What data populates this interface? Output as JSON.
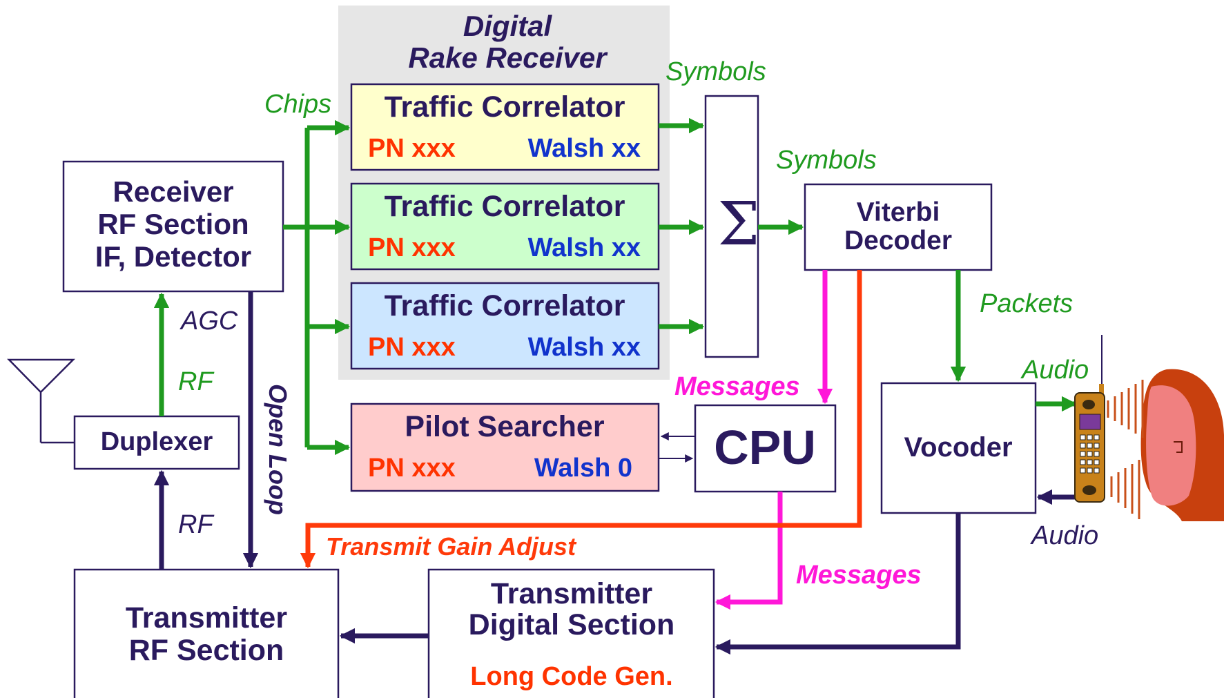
{
  "colors": {
    "navy": "#2a1a5e",
    "green": "#1f9a1f",
    "magenta": "#ff17d8",
    "orange_red": "#ff3a0a",
    "pn_text": "#ff3300",
    "walsh_text": "#1133cc",
    "rake_bg": "#e6e6e6",
    "corr1_bg": "#ffffcc",
    "corr2_bg": "#ccffcc",
    "corr3_bg": "#cce6ff",
    "pilot_bg": "#ffcccc"
  },
  "rake": {
    "title_line1": "Digital",
    "title_line2": "Rake Receiver"
  },
  "correlators": [
    {
      "title": "Traffic Correlator",
      "pn": "PN xxx",
      "walsh": "Walsh xx"
    },
    {
      "title": "Traffic Correlator",
      "pn": "PN xxx",
      "walsh": "Walsh xx"
    },
    {
      "title": "Traffic Correlator",
      "pn": "PN xxx",
      "walsh": "Walsh xx"
    }
  ],
  "pilot": {
    "title": "Pilot Searcher",
    "pn": "PN xxx",
    "walsh": "Walsh 0"
  },
  "receiver": {
    "line1": "Receiver",
    "line2": "RF Section",
    "line3": "IF, Detector"
  },
  "duplexer": {
    "label": "Duplexer"
  },
  "sum": {
    "symbol": "Σ"
  },
  "viterbi": {
    "line1": "Viterbi",
    "line2": "Decoder"
  },
  "cpu": {
    "label": "CPU"
  },
  "vocoder": {
    "label": "Vocoder"
  },
  "tx_rf": {
    "line1": "Transmitter",
    "line2": "RF Section"
  },
  "tx_digital": {
    "line1": "Transmitter",
    "line2": "Digital Section",
    "line3": "Long Code Gen."
  },
  "labels": {
    "chips": "Chips",
    "symbols_top": "Symbols",
    "symbols_mid": "Symbols",
    "packets": "Packets",
    "audio_top": "Audio",
    "audio_bottom": "Audio",
    "messages_top": "Messages",
    "messages_bottom": "Messages",
    "transmit_gain": "Transmit Gain Adjust",
    "agc": "AGC",
    "rf_up": "RF",
    "rf_down": "RF",
    "open_loop": "Open Loop"
  },
  "icons": [
    "antenna-icon",
    "cellphone-icon",
    "listener-head-icon"
  ]
}
